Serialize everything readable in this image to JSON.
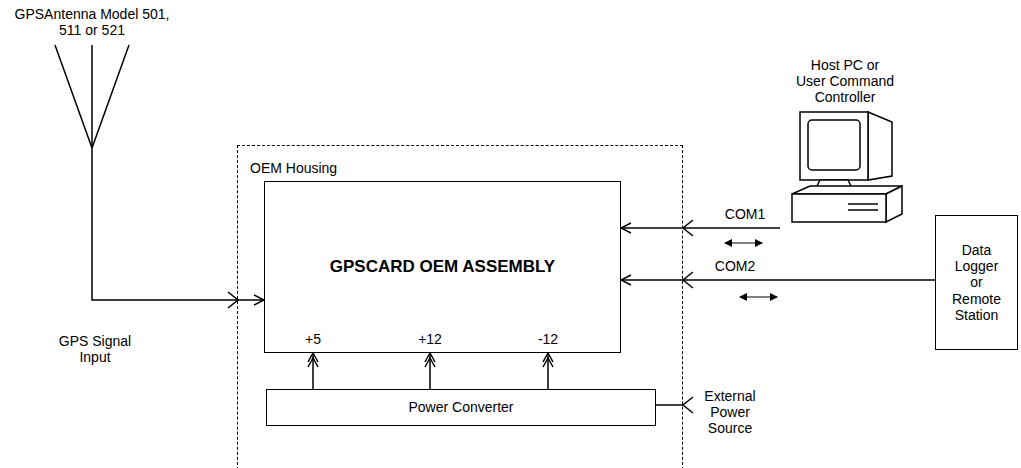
{
  "diagram": {
    "nodes": [
      {
        "text": [
          "GPSAntenna Model 501, 511 or 521"
        ]
      },
      {
        "text": [
          "OEM Housing"
        ]
      },
      {
        "text": [
          "GPSCARD OEM ASSEMBLY"
        ],
        "in": 1
      },
      {
        "text": [
          "Power Converter"
        ],
        "in": 1
      },
      {
        "text": [
          "Host PC or User Command Controller"
        ]
      },
      {
        "text": [
          "Data Logger or Remote Station"
        ]
      }
    ],
    "edges": [
      {
        "from": 0,
        "to": 2,
        "arrow": "to"
      },
      {
        "from": 4,
        "to": 2,
        "label": "COM1",
        "arrow": "to"
      },
      {
        "from": 5,
        "to": 2,
        "label": "COM2",
        "arrow": "to"
      },
      {
        "from": 3,
        "to": 2,
        "label": "+5",
        "arrow": "to"
      },
      {
        "from": 3,
        "to": 2,
        "label": "+12",
        "arrow": "to"
      },
      {
        "from": 3,
        "to": 2,
        "label": "-12",
        "arrow": "to"
      }
    ],
    "labels": [
      "GPS Signal Input",
      "External Power Source"
    ]
  }
}
